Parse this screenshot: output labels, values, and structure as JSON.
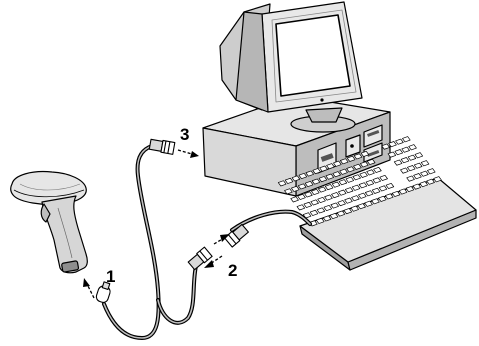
{
  "steps": [
    {
      "number": "1"
    },
    {
      "number": "2"
    },
    {
      "number": "3"
    }
  ],
  "colors": {
    "outline": "#000000",
    "device_light": "#e8e8e8",
    "device_mid": "#cfcfcf",
    "device_dark": "#9a9a9a",
    "screen": "#ffffff"
  }
}
